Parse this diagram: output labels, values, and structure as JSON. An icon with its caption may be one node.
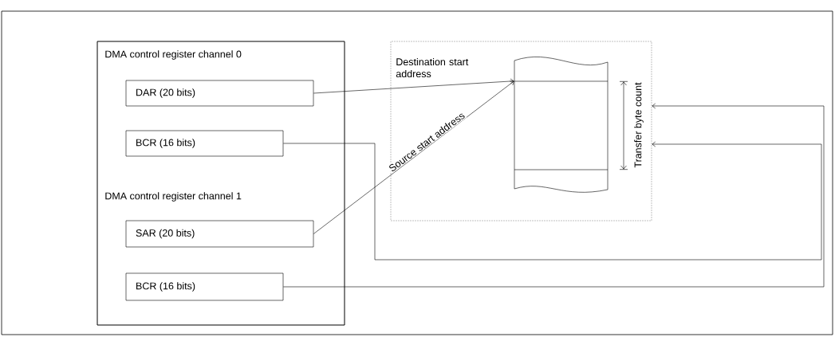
{
  "diagram": {
    "nodes": [
      {
        "text": [
          "DMA control register channel 0",
          "DMA control register channel 1"
        ]
      },
      {
        "text": [
          "DAR  (20 bits)"
        ],
        "in": 0
      },
      {
        "text": [
          "BCR (16 bits)"
        ],
        "in": 0
      },
      {
        "text": [
          "SAR  (20 bits)"
        ],
        "in": 0
      },
      {
        "text": [
          "BCR (16 bits)"
        ],
        "in": 0
      },
      {
        "text": [],
        "shape": "box"
      },
      {
        "text": [],
        "shape": "box",
        "in": 5
      }
    ],
    "edges": [
      {
        "from": 1,
        "to": 6,
        "arrow": "to",
        "label": "Destination start address"
      },
      {
        "from": 3,
        "to": 6,
        "arrow": "to",
        "label": "Source start address"
      },
      {
        "from": 2,
        "to": 5,
        "arrow": "to"
      },
      {
        "from": 4,
        "to": 5,
        "arrow": "to"
      }
    ],
    "labels": [
      "Transfer byte count"
    ]
  }
}
